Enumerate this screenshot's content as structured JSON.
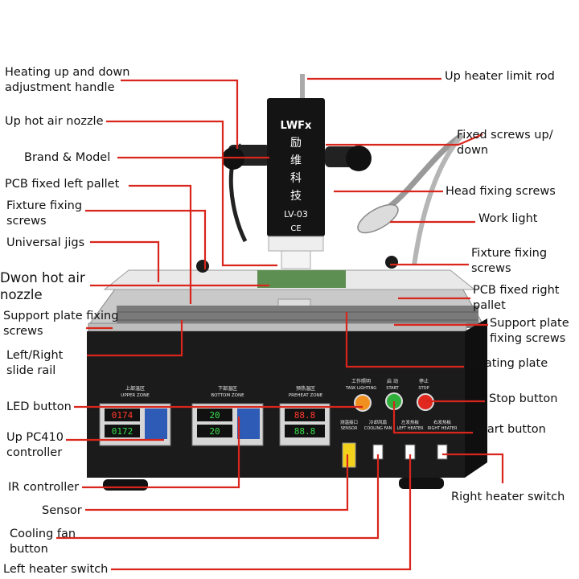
{
  "labels": {
    "heating_handle": "Heating up and down\nadjustment handle",
    "up_nozzle": "Up hot air nozzle",
    "brand_model": "Brand & Model",
    "pcb_left_pallet": "PCB fixed left pallet",
    "fixture_screws_left": "Fixture fixing\nscrews",
    "universal_jigs": "Universal jigs",
    "down_nozzle": "Dwon hot air\nnozzle",
    "support_screws_left": "Support plate fixing\nscrews",
    "slide_rail": "Left/Right\nslide rail",
    "led_button": "LED button",
    "up_controller": "Up PC410\ncontroller",
    "ir_controller": "IR controller",
    "sensor": "Sensor",
    "cooling_fan": "Cooling fan\nbutton",
    "left_heater_switch": "Left heater switch",
    "up_limit_rod": "Up heater limit rod",
    "fixed_screws_updown": "Fixed screws up/\ndown",
    "head_screws": "Head fixing screws",
    "work_light": "Work light",
    "fixture_screws_right": "Fixture fixing\nscrews",
    "pcb_right_pallet": "PCB fixed right\npallet",
    "support_screws_right": "Support plate\nfixing screws",
    "heating_plate": "Heating plate",
    "stop_button": "Stop button",
    "start_button": "Start button",
    "right_heater_switch": "Right heater switch"
  },
  "head": {
    "logo": "LWFx",
    "chars": [
      "励",
      "维",
      "科",
      "技"
    ],
    "model": "LV-03",
    "ce": "CE"
  },
  "panel": {
    "upper_zone_cn": "上部温区",
    "upper_zone": "UPPER ZONE",
    "bottom_zone_cn": "下部温区",
    "bottom_zone": "BOTTOM ZONE",
    "preheat_zone_cn": "预热温区",
    "preheat_zone": "PREHEAT ZONE",
    "task_cn": "工作照明",
    "task": "TASK LIGHTING",
    "start_cn": "启 动",
    "start": "START",
    "stop_cn": "停止",
    "stop": "STOP",
    "sensor_cn": "测温接口",
    "sensor": "SENSOR",
    "fan_cn": "冷却风扇",
    "fan": "COOLING FAN",
    "lheat_cn": "左发热板",
    "lheat": "LEFT HEATER",
    "rheat_cn": "右发热板",
    "rheat": "RIGHT HEATER",
    "disp1": "0174",
    "disp2": "0172",
    "disp3": "20",
    "disp4": "20",
    "disp5": "88.8",
    "disp6": "88.8"
  },
  "colors": {
    "leader": "#d9251c",
    "body": "#1b1b1b",
    "panel": "#2a2a2a",
    "led_orange": "#f0901e",
    "start_green": "#2fae3a",
    "stop_red": "#e0281f",
    "sensor_yellow": "#f2d21a",
    "display_red": "#ff3a2a",
    "display_green": "#38e04a"
  }
}
